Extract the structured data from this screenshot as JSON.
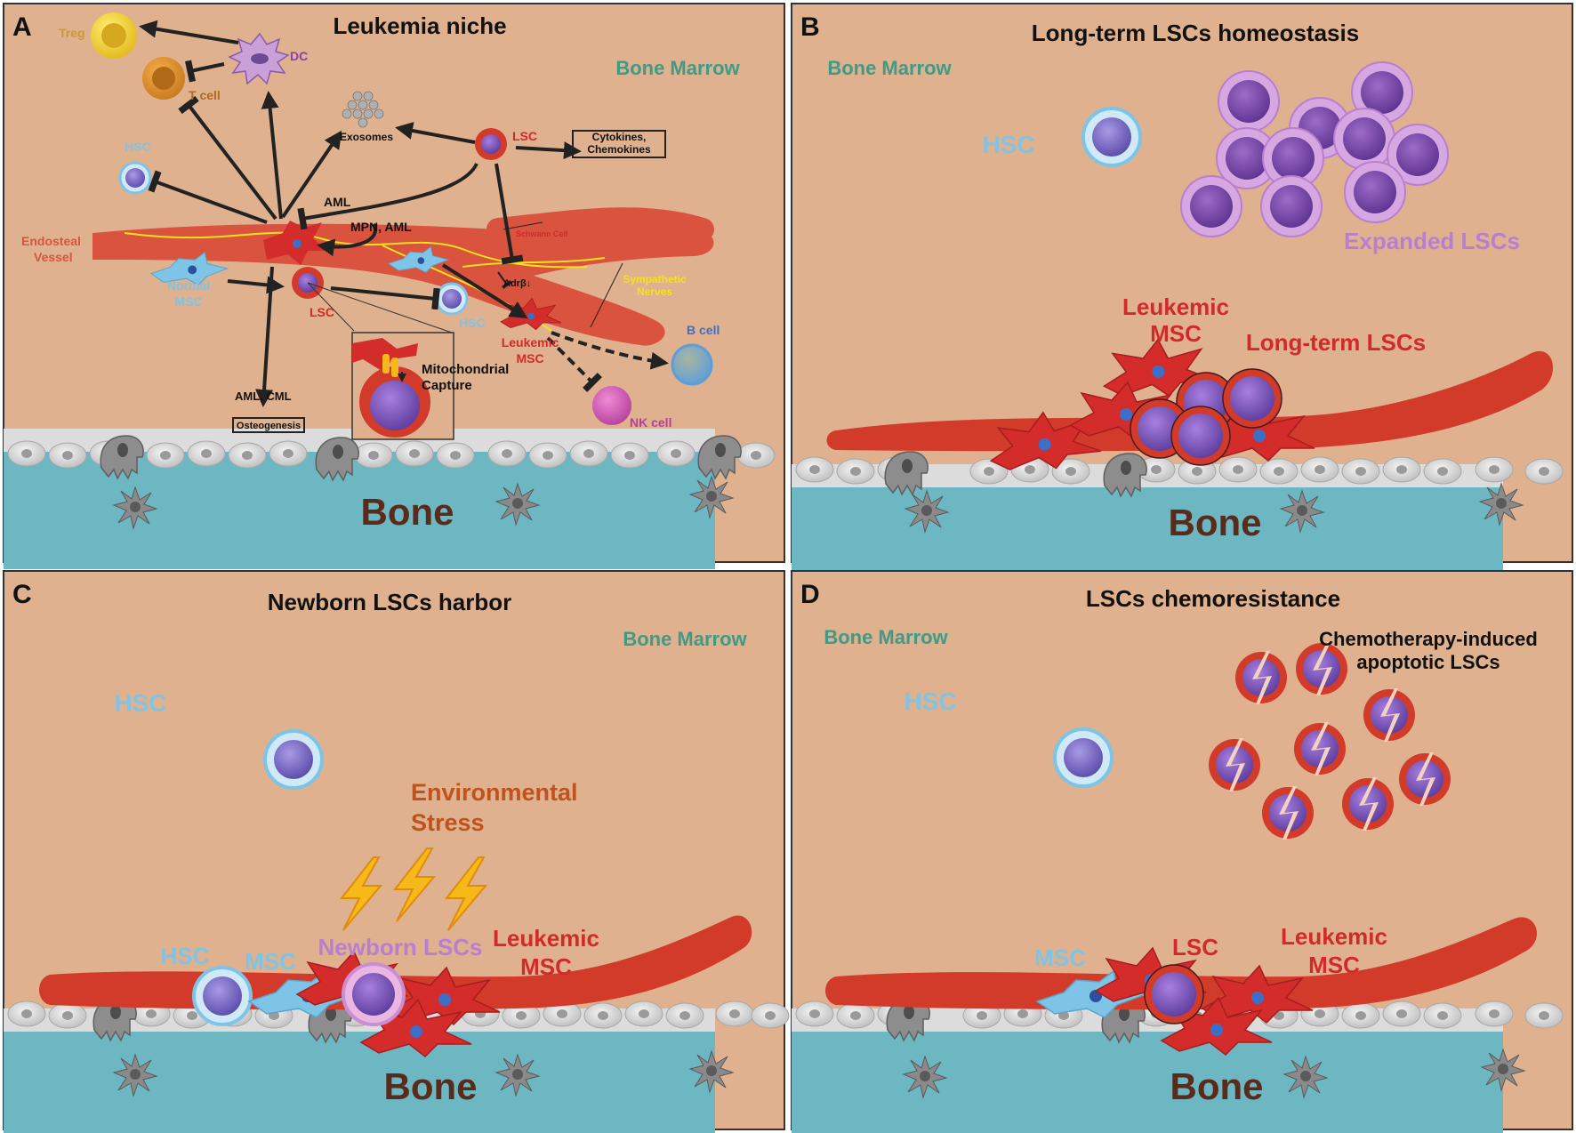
{
  "colors": {
    "background": "#dfb18e",
    "bone": "#6cb7c1",
    "bone_text": "#5a2b1b",
    "vessel": "#d23a2a",
    "vessel_hi": "#ee6a55",
    "hsc_label": "#7ec4e6",
    "marrow_label": "#3e9b87",
    "leukemic_label": "#d22a2a",
    "lsc_purple": "#b87fd0",
    "stress_text": "#c0521e",
    "nerve": "#f4e21a",
    "arrow": "#222222"
  },
  "panel_a": {
    "letter": "A",
    "title": "Leukemia niche",
    "bone_marrow": "Bone Marrow",
    "bone": "Bone",
    "treg": "Treg",
    "dc": "DC",
    "t_cell": "T cell",
    "exosomes": "Exosomes",
    "lsc_top": "LSC",
    "cytokines_line1": "Cytokines,",
    "cytokines_line2": "Chemokines",
    "hsc_left": "HSC",
    "aml": "AML",
    "mpn_aml": "MPN, AML",
    "endosteal_line1": "Endosteal",
    "endosteal_line2": "Vessel",
    "schwann": "Schwann Cell",
    "sympathetic_line1": "Sympathetic",
    "sympathetic_line2": "Nerves",
    "normal_line1": "Normal",
    "normal_line2": "MSC",
    "lsc_mid": "LSC",
    "hsc_mid": "HSC",
    "adrb": "Adrβ↓",
    "leukemic_line1": "Leukemic",
    "leukemic_line2": "MSC",
    "b_cell": "B cell",
    "mito_line1": "Mitochondrial",
    "mito_line2": "Capture",
    "aml_cml": "AML, CML",
    "osteogenesis": "Osteogenesis",
    "nk_cell": "NK cell"
  },
  "panel_b": {
    "letter": "B",
    "title": "Long-term LSCs homeostasis",
    "bone_marrow": "Bone Marrow",
    "hsc": "HSC",
    "expanded": "Expanded LSCs",
    "leukemic_line1": "Leukemic",
    "leukemic_line2": "MSC",
    "long_term": "Long-term LSCs",
    "bone": "Bone"
  },
  "panel_c": {
    "letter": "C",
    "title": "Newborn LSCs harbor",
    "bone_marrow": "Bone Marrow",
    "hsc_top": "HSC",
    "stress_line1": "Environmental",
    "stress_line2": "Stress",
    "hsc_bottom": "HSC",
    "msc": "MSC",
    "newborn": "Newborn LSCs",
    "leukemic_line1": "Leukemic",
    "leukemic_line2": "MSC",
    "bone": "Bone"
  },
  "panel_d": {
    "letter": "D",
    "title": "LSCs chemoresistance",
    "bone_marrow": "Bone Marrow",
    "hsc": "HSC",
    "chemo_line1": "Chemotherapy-induced",
    "chemo_line2": "apoptotic LSCs",
    "msc": "MSC",
    "lsc": "LSC",
    "leukemic_line1": "Leukemic",
    "leukemic_line2": "MSC",
    "bone": "Bone"
  }
}
